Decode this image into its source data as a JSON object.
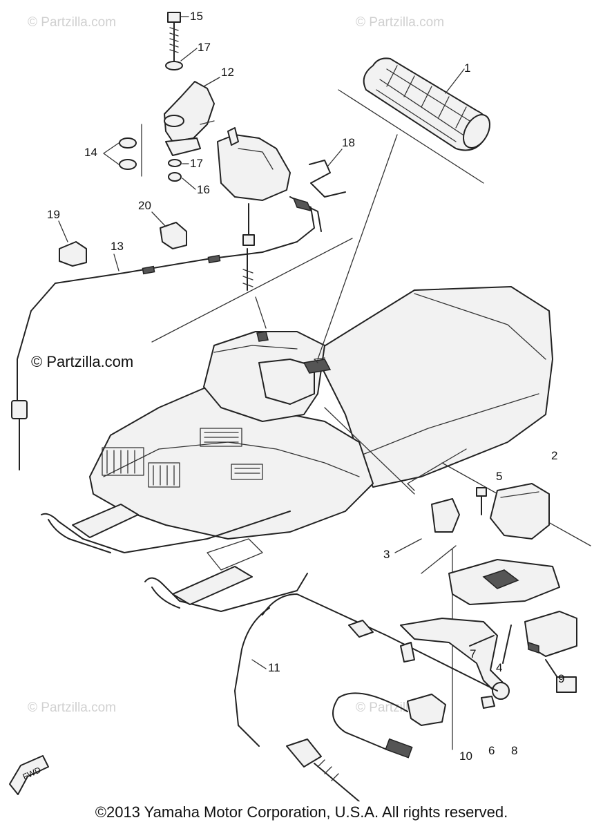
{
  "diagram": {
    "callouts": [
      "1",
      "2",
      "3",
      "4",
      "5",
      "6",
      "7",
      "8",
      "9",
      "10",
      "11",
      "12",
      "13",
      "14",
      "15",
      "16",
      "17",
      "17",
      "18",
      "19",
      "20"
    ],
    "watermarks": [
      "© Partzilla.com"
    ],
    "fwd_label": "FWD",
    "copyright": "©2013 Yamaha Motor Corporation, U.S.A. All rights reserved."
  }
}
